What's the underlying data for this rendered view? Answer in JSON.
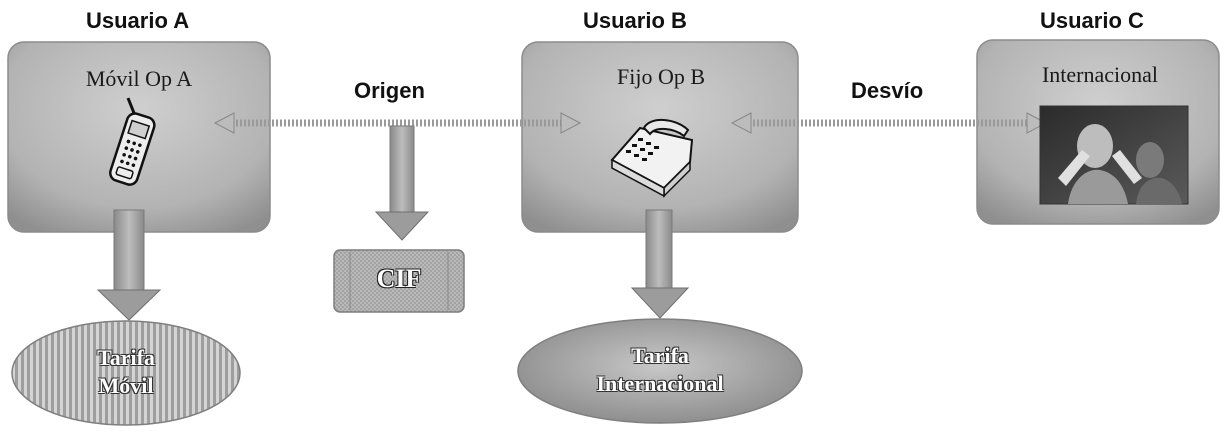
{
  "users": {
    "a": {
      "label": "Usuario A",
      "box_title": "Móvil Op A",
      "rate_line1": "Tarifa",
      "rate_line2": "Móvil"
    },
    "b": {
      "label": "Usuario B",
      "box_title": "Fijo Op B",
      "rate_line1": "Tarifa",
      "rate_line2": "Internacional"
    },
    "c": {
      "label": "Usuario C",
      "box_title": "Internacional"
    }
  },
  "flows": {
    "origin_label": "Origen",
    "forward_label": "Desvío"
  },
  "cif": {
    "label": "CIF"
  },
  "icons": {
    "a": "mobile-phone-icon",
    "b": "desk-telephone-icon",
    "c": "international-people-photo-icon"
  },
  "colors": {
    "box_fill": "#b8b8b8",
    "box_edge": "#8c8c8c",
    "arrow": "#a6a6a6",
    "ellipse_fill": "#a9a9a9"
  }
}
